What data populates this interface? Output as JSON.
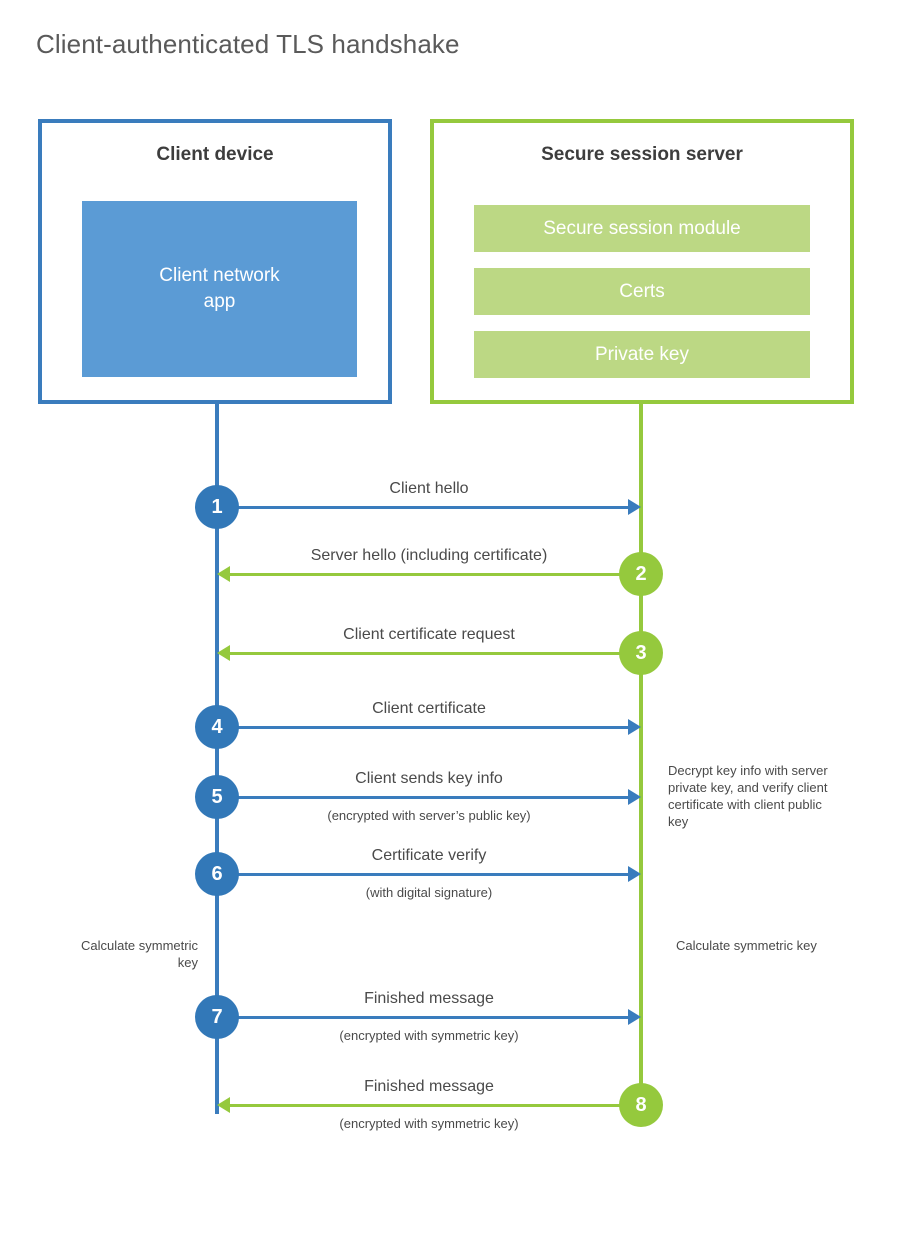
{
  "title": "Client-authenticated TLS handshake",
  "colors": {
    "blue_border": "#3a7cbd",
    "blue_circle": "#3278b8",
    "blue_fill": "#5b9bd5",
    "green_border": "#95c93d",
    "green_circle": "#95c93d",
    "green_fill": "#bcd884",
    "title_text": "#5a5a5a",
    "body_text": "#4a4a4a"
  },
  "actors": {
    "client": {
      "title": "Client device",
      "blocks": [
        {
          "label": "Client network\napp"
        }
      ]
    },
    "server": {
      "title": "Secure session server",
      "blocks": [
        {
          "label": "Secure session module"
        },
        {
          "label": "Certs"
        },
        {
          "label": "Private key"
        }
      ]
    }
  },
  "messages": [
    {
      "number": "1",
      "label": "Client hello",
      "sublabel": "",
      "direction": "client-to-server",
      "color": "blue"
    },
    {
      "number": "2",
      "label": "Server hello (including certificate)",
      "sublabel": "",
      "direction": "server-to-client",
      "color": "green"
    },
    {
      "number": "3",
      "label": "Client certificate request",
      "sublabel": "",
      "direction": "server-to-client",
      "color": "green"
    },
    {
      "number": "4",
      "label": "Client certificate",
      "sublabel": "",
      "direction": "client-to-server",
      "color": "blue"
    },
    {
      "number": "5",
      "label": "Client sends key info",
      "sublabel": "(encrypted with server’s public key)",
      "direction": "client-to-server",
      "color": "blue"
    },
    {
      "number": "6",
      "label": "Certificate verify",
      "sublabel": "(with digital signature)",
      "direction": "client-to-server",
      "color": "blue"
    },
    {
      "number": "7",
      "label": "Finished message",
      "sublabel": "(encrypted with symmetric key)",
      "direction": "client-to-server",
      "color": "blue"
    },
    {
      "number": "8",
      "label": "Finished message",
      "sublabel": "(encrypted with symmetric key)",
      "direction": "server-to-client",
      "color": "green"
    }
  ],
  "notes": {
    "server_decrypt": "Decrypt key info with server private key, and verify client certificate with client public key",
    "client_calculate": "Calculate symmetric key",
    "server_calculate": "Calculate symmetric key"
  }
}
